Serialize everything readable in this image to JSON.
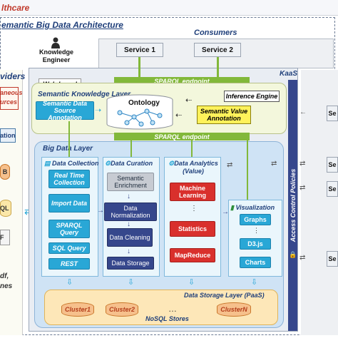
{
  "header": {
    "title_fragment": "lthcare",
    "subtitle_fragment": "emantic Big Data Architecture"
  },
  "consumers": {
    "title": "Consumers",
    "services": [
      "Service 1",
      "Service 2"
    ]
  },
  "left_panel": {
    "label_fragment": "viders",
    "red_fragments": [
      "aneous",
      "urces"
    ],
    "side_fragments": [
      "ation",
      "B",
      "QL",
      "F",
      "df,",
      "nes"
    ]
  },
  "right_panel": {
    "fragments": [
      "Se",
      "Se",
      "Se",
      "Se"
    ]
  },
  "knowledge_engineer": "Knowledge Engineer",
  "kaas": "KaaS",
  "sparql_endpoint": "SPARQL endpoint",
  "semantic_layer": {
    "title": "Semantic Knowledge Layer",
    "web_based": "Web-based",
    "data_source_annotation": "Semantic Data Source Annotation",
    "ontology": "Ontology",
    "inference_engine": "Inference Engine",
    "value_annotation": "Semantic Value Annotation"
  },
  "big_data_layer": {
    "title": "Big Data Layer",
    "data_collection": {
      "title": "Data Collection",
      "items": [
        "Real Time Collection",
        "Import Data",
        "SPARQL Query",
        "SQL Query",
        "REST"
      ]
    },
    "data_curation": {
      "title": "Data Curation",
      "items": [
        "Semantic Enrichment",
        "Data Normalization",
        "Data Cleaning",
        "Data Storage"
      ]
    },
    "data_analytics": {
      "title": "Data Analytics (Value)",
      "items": [
        "Machine Learning",
        "Statistics",
        "MapReduce"
      ],
      "ellipsis": "⋮"
    },
    "visualization": {
      "title": "Visualization",
      "items": [
        "Graphs",
        "D3.js",
        "Charts"
      ],
      "ellipsis": "⋮"
    }
  },
  "storage_layer": {
    "title": "Data Storage Layer",
    "paas": "(PaaS)",
    "clusters": [
      "Cluster1",
      "Cluster2",
      "ClusterN"
    ],
    "ellipsis": "…",
    "nosql": "NoSQL Stores"
  },
  "access_control": "Access Control Policies",
  "colors": {
    "accent_blue": "#29a7d6",
    "analytics_red": "#d9302c",
    "sparql_green": "#82b83a",
    "header_red": "#c0392b",
    "frame_blue": "#1f3f7a"
  }
}
